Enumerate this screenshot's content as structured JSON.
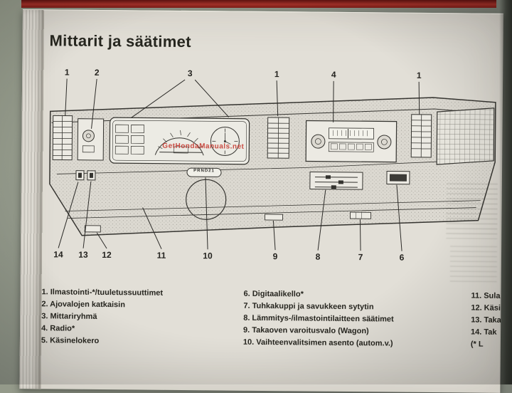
{
  "page": {
    "title": "Mittarit ja säätimet",
    "watermark": "GetHondaManuals.net"
  },
  "colors": {
    "book_edge_red": "#8f241d",
    "watermark_red": "#c43026",
    "page_background": "#e2dfd7"
  },
  "figure": {
    "gear_indicator": "PRND21",
    "callouts_top": [
      "1",
      "2",
      "3",
      "1",
      "4",
      "1"
    ],
    "callouts_bottom": [
      "14",
      "13",
      "12",
      "11",
      "10",
      "9",
      "8",
      "7",
      "6"
    ]
  },
  "legend": {
    "left": [
      "1. Ilmastointi-*/tuuletussuuttimet",
      "2. Ajovalojen katkaisin",
      "3. Mittariryhmä",
      "4. Radio*",
      "5. Käsinelokero"
    ],
    "middle": [
      "6. Digitaalikello*",
      "7. Tuhkakuppi ja savukkeen sytytin",
      "8. Lämmitys-/ilmastointilaitteen säätimet",
      "9. Takaoven varoitusvalo (Wagon)",
      "10. Vaihteenvalitsimen asento (autom.v.)"
    ],
    "right_truncated": [
      "11. Sula",
      "12. Käsi",
      "13. Taka",
      "14. Tak",
      "(* L"
    ]
  }
}
